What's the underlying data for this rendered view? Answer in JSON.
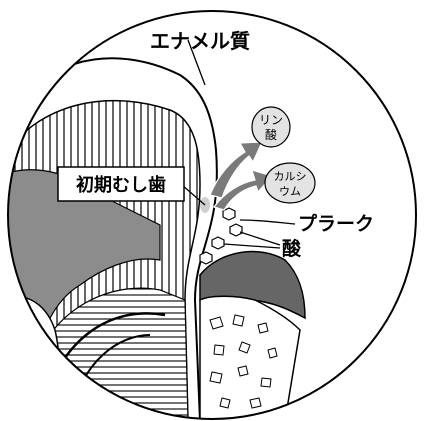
{
  "labels": {
    "enamel": "エナメル質",
    "early_caries": "初期むし歯",
    "plaque": "プラーク",
    "acid": "酸",
    "phosphoric_acid_line1": "リン",
    "phosphoric_acid_line2": "酸",
    "calcium_line1": "カルシ",
    "calcium_line2": "ウム"
  },
  "colors": {
    "dentin_gray": "#8c8c8c",
    "arrow_gray": "#7a7a7a",
    "gum_gray": "#666666",
    "bubble_gray": "#e3e3e3",
    "line": "#000000"
  }
}
